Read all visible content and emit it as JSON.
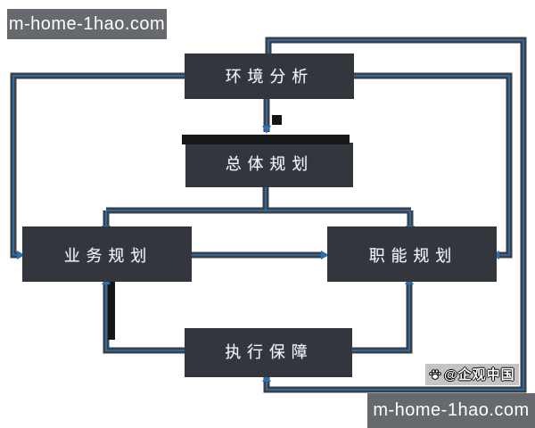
{
  "watermarks": {
    "top_left": "m-home-1hao.com",
    "bottom_right": "m-home-1hao.com",
    "credit": "@企观中国",
    "credit_icon": "paw-icon"
  },
  "diagram": {
    "type": "flowchart",
    "nodes": [
      {
        "id": "env",
        "label": "环境分析"
      },
      {
        "id": "overall",
        "label": "总体规划"
      },
      {
        "id": "business",
        "label": "业务规划"
      },
      {
        "id": "functional",
        "label": "职能规划"
      },
      {
        "id": "execution",
        "label": "执行保障"
      }
    ],
    "edges": [
      {
        "from": "环境分析",
        "to": "总体规划"
      },
      {
        "from": "总体规划",
        "to": "业务规划"
      },
      {
        "from": "总体规划",
        "to": "职能规划"
      },
      {
        "from": "业务规划",
        "to": "职能规划"
      },
      {
        "from": "环境分析",
        "to": "业务规划"
      },
      {
        "from": "环境分析",
        "to": "职能规划"
      },
      {
        "from": "环境分析",
        "to": "执行保障"
      },
      {
        "from": "执行保障",
        "to": "业务规划"
      },
      {
        "from": "执行保障",
        "to": "职能规划"
      }
    ],
    "colors": {
      "node_fill": "#549add",
      "node_border": "#2e6fad",
      "connector_blue": "#2e6fad",
      "connector_shadow": "#3b3f46",
      "accent_black": "#17181a",
      "watermark_bg": "#66696d",
      "node_text": "#eef5fc"
    }
  }
}
